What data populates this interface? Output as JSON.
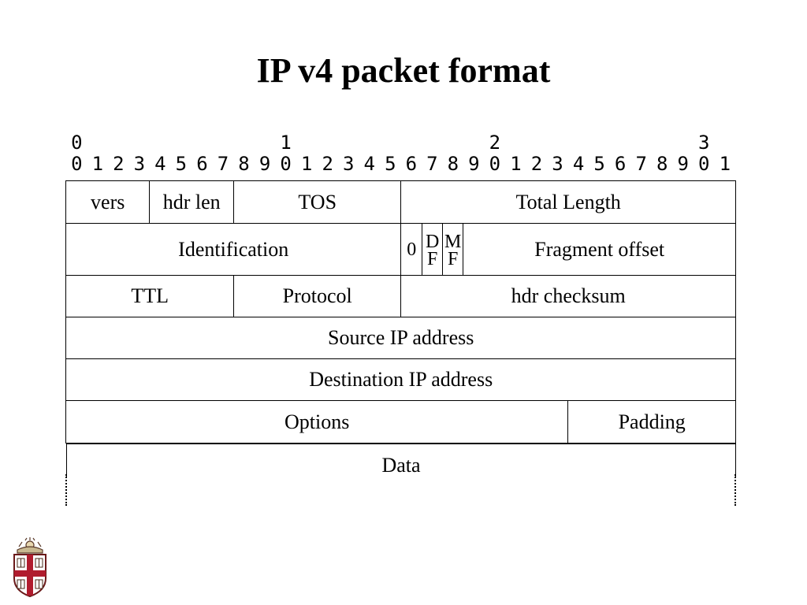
{
  "slide": {
    "title": "IP v4 packet format"
  },
  "bit_ruler": {
    "tens": [
      "0",
      "1",
      "2",
      "3"
    ],
    "ones": [
      "0",
      "1",
      "2",
      "3",
      "4",
      "5",
      "6",
      "7",
      "8",
      "9",
      "0",
      "1",
      "2",
      "3",
      "4",
      "5",
      "6",
      "7",
      "8",
      "9",
      "0",
      "1",
      "2",
      "3",
      "4",
      "5",
      "6",
      "7",
      "8",
      "9",
      "0",
      "1"
    ]
  },
  "packet": {
    "row1": {
      "vers": "vers",
      "hdr_len": "hdr len",
      "tos": "TOS",
      "total_length": "Total Length"
    },
    "row2": {
      "identification": "Identification",
      "zero": "0",
      "df_top": "D",
      "df_bottom": "F",
      "mf_top": "M",
      "mf_bottom": "F",
      "fragment_offset": "Fragment offset"
    },
    "row3": {
      "ttl": "TTL",
      "protocol": "Protocol",
      "checksum": "hdr checksum"
    },
    "row4": {
      "source": "Source IP address"
    },
    "row5": {
      "destination": "Destination IP address"
    },
    "row6": {
      "options": "Options",
      "padding": "Padding"
    },
    "row7": {
      "data": "Data"
    }
  },
  "logo": {
    "name": "university-crest-icon"
  }
}
